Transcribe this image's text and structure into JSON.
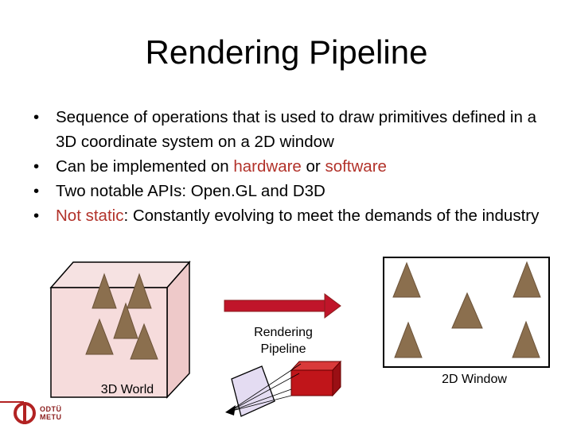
{
  "slide": {
    "title": "Rendering Pipeline",
    "bullets": [
      {
        "segments": [
          {
            "text": "Sequence of operations that is used to draw primitives defined in a 3D coordinate system on a 2D window",
            "color": ""
          }
        ]
      },
      {
        "segments": [
          {
            "text": "Can be implemented on ",
            "color": ""
          },
          {
            "text": "hardware",
            "color": "red"
          },
          {
            "text": " or ",
            "color": ""
          },
          {
            "text": "software",
            "color": "red"
          }
        ]
      },
      {
        "segments": [
          {
            "text": "Two notable APIs: Open.GL and D3D",
            "color": ""
          }
        ]
      },
      {
        "segments": [
          {
            "text": "Not static",
            "color": "red"
          },
          {
            "text": ": Constantly evolving to meet the demands of the industry",
            "color": ""
          }
        ]
      }
    ],
    "bullet_symbol": "•"
  },
  "diagram": {
    "world_label": "3D World",
    "arrow_label": "Rendering Pipeline",
    "window_label": "2D Window"
  },
  "logo": {
    "line1": "ODTÜ",
    "line2": "METU"
  },
  "colors": {
    "accent_red": "#b2322a",
    "triangle": "#8b6f4e",
    "box_fill": "#f2d3d3",
    "cube_red": "#c0151a"
  }
}
